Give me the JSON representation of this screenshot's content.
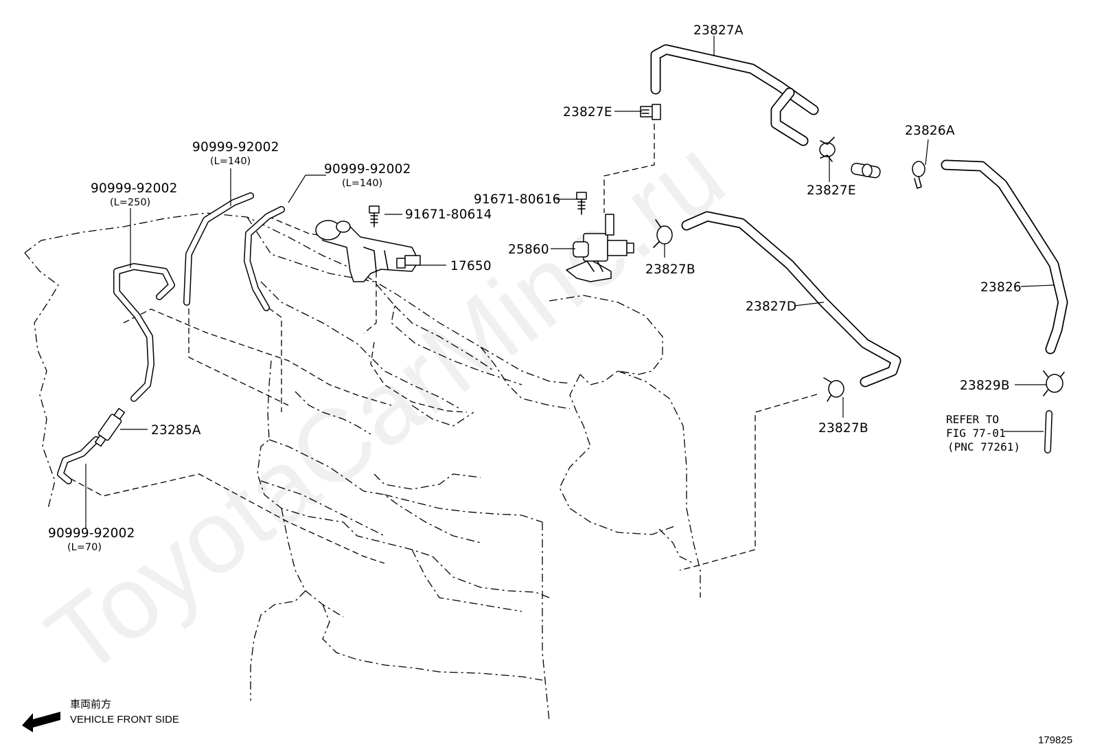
{
  "watermark": "ToyotaCarMine.ru",
  "figure_number": "179825",
  "orientation": {
    "label_jp": "車両前方",
    "label_en": "VEHICLE FRONT SIDE",
    "icon": "arrow-left-icon"
  },
  "callouts": {
    "p23827A": "23827A",
    "p23827E_top": "23827E",
    "p23827E_right": "23827E",
    "p23826A": "23826A",
    "p91671_80616": "91671-80616",
    "p91671_80614": "91671-80614",
    "p25860": "25860",
    "p23827B_top": "23827B",
    "p17650": "17650",
    "p23827D": "23827D",
    "p23826": "23826",
    "p23829B": "23829B",
    "p23827B_bottom": "23827B",
    "p23285A": "23285A",
    "hose_l250": {
      "part": "90999-92002",
      "length": "(L=250)"
    },
    "hose_l140_left": {
      "part": "90999-92002",
      "length": "(L=140)"
    },
    "hose_l140_right": {
      "part": "90999-92002",
      "length": "(L=140)"
    },
    "hose_l70": {
      "part": "90999-92002",
      "length": "(L=70)"
    }
  },
  "refer_note": {
    "line1": "REFER TO",
    "line2": "FIG 77-01",
    "line3": "(PNC 77261)"
  }
}
